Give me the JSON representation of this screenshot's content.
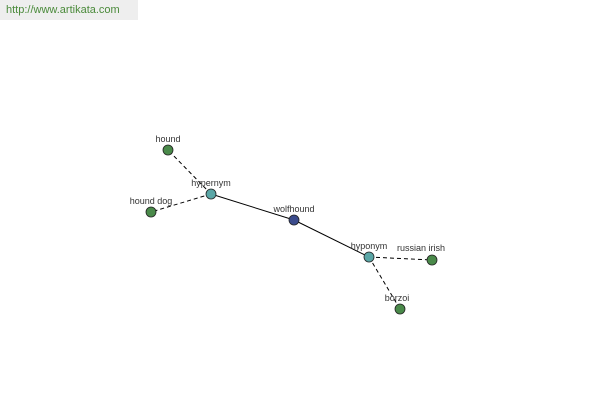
{
  "watermark": {
    "url": "http://www.artikata.com",
    "color": "#4a8a3a"
  },
  "graph": {
    "nodes": [
      {
        "id": "wolfhound",
        "label": "wolfhound",
        "kind": "center",
        "color": "#3b4b8c"
      },
      {
        "id": "hypernym",
        "label": "hypernym",
        "kind": "relation",
        "color": "#5aa6a6"
      },
      {
        "id": "hyponym",
        "label": "hyponym",
        "kind": "relation",
        "color": "#5aa6a6"
      },
      {
        "id": "hound",
        "label": "hound",
        "kind": "term",
        "color": "#4a8a4a"
      },
      {
        "id": "hound_dog",
        "label": "hound dog",
        "kind": "term",
        "color": "#4a8a4a"
      },
      {
        "id": "russian_irish",
        "label": "russian irish",
        "kind": "term",
        "color": "#4a8a4a"
      },
      {
        "id": "borzoi",
        "label": "borzoi",
        "kind": "term",
        "color": "#4a8a4a"
      }
    ],
    "edges": [
      {
        "from": "hypernym",
        "to": "wolfhound",
        "style": "solid"
      },
      {
        "from": "wolfhound",
        "to": "hyponym",
        "style": "solid"
      },
      {
        "from": "hypernym",
        "to": "hound",
        "style": "dashed"
      },
      {
        "from": "hypernym",
        "to": "hound_dog",
        "style": "dashed"
      },
      {
        "from": "hyponym",
        "to": "russian_irish",
        "style": "dashed"
      },
      {
        "from": "hyponym",
        "to": "borzoi",
        "style": "dashed"
      }
    ]
  }
}
